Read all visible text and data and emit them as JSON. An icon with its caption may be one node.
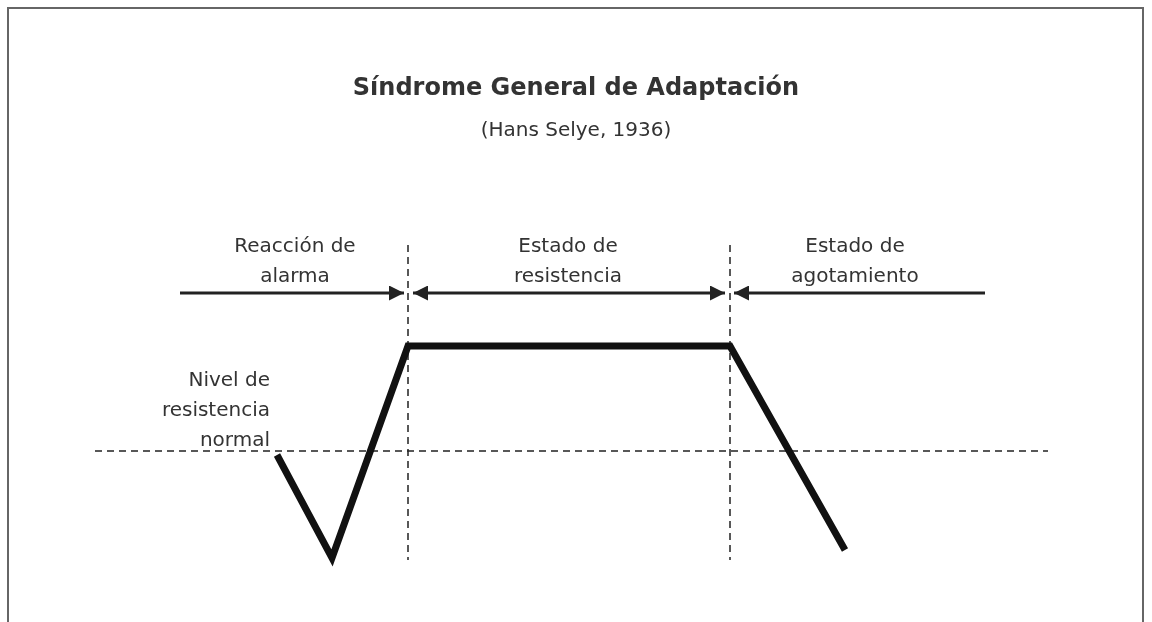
{
  "diagram": {
    "title": "Síndrome General de Adaptación",
    "labels": [
      "(Hans Selye, 1936)",
      "Reacción de alarma",
      "Estado de resistencia",
      "Estado de agotamiento",
      "Nivel de resistencia normal"
    ]
  }
}
